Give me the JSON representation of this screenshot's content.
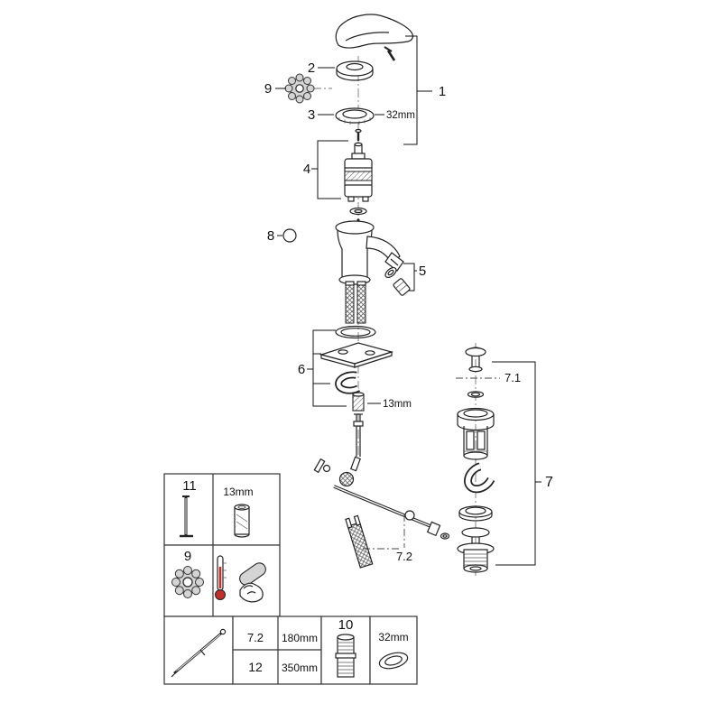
{
  "labels": {
    "n1": "1",
    "n2": "2",
    "n3": "3",
    "n4": "4",
    "n5": "5",
    "n6": "6",
    "n7": "7",
    "n7_1": "7.1",
    "n7_2": "7.2",
    "n8": "8",
    "n9": "9"
  },
  "dims": {
    "ring_top": "32mm",
    "stud": "13mm"
  },
  "inset": {
    "n11": "11",
    "dim_11": "13mm",
    "n9": "9",
    "n10": "10",
    "dim_10": "32mm",
    "rows": [
      {
        "part": "7.2",
        "length": "180mm"
      },
      {
        "part": "12",
        "length": "350mm"
      }
    ]
  },
  "colors": {
    "line": "#111111",
    "part_grey": "#d4d4d4",
    "thermo_red": "#c03028"
  }
}
